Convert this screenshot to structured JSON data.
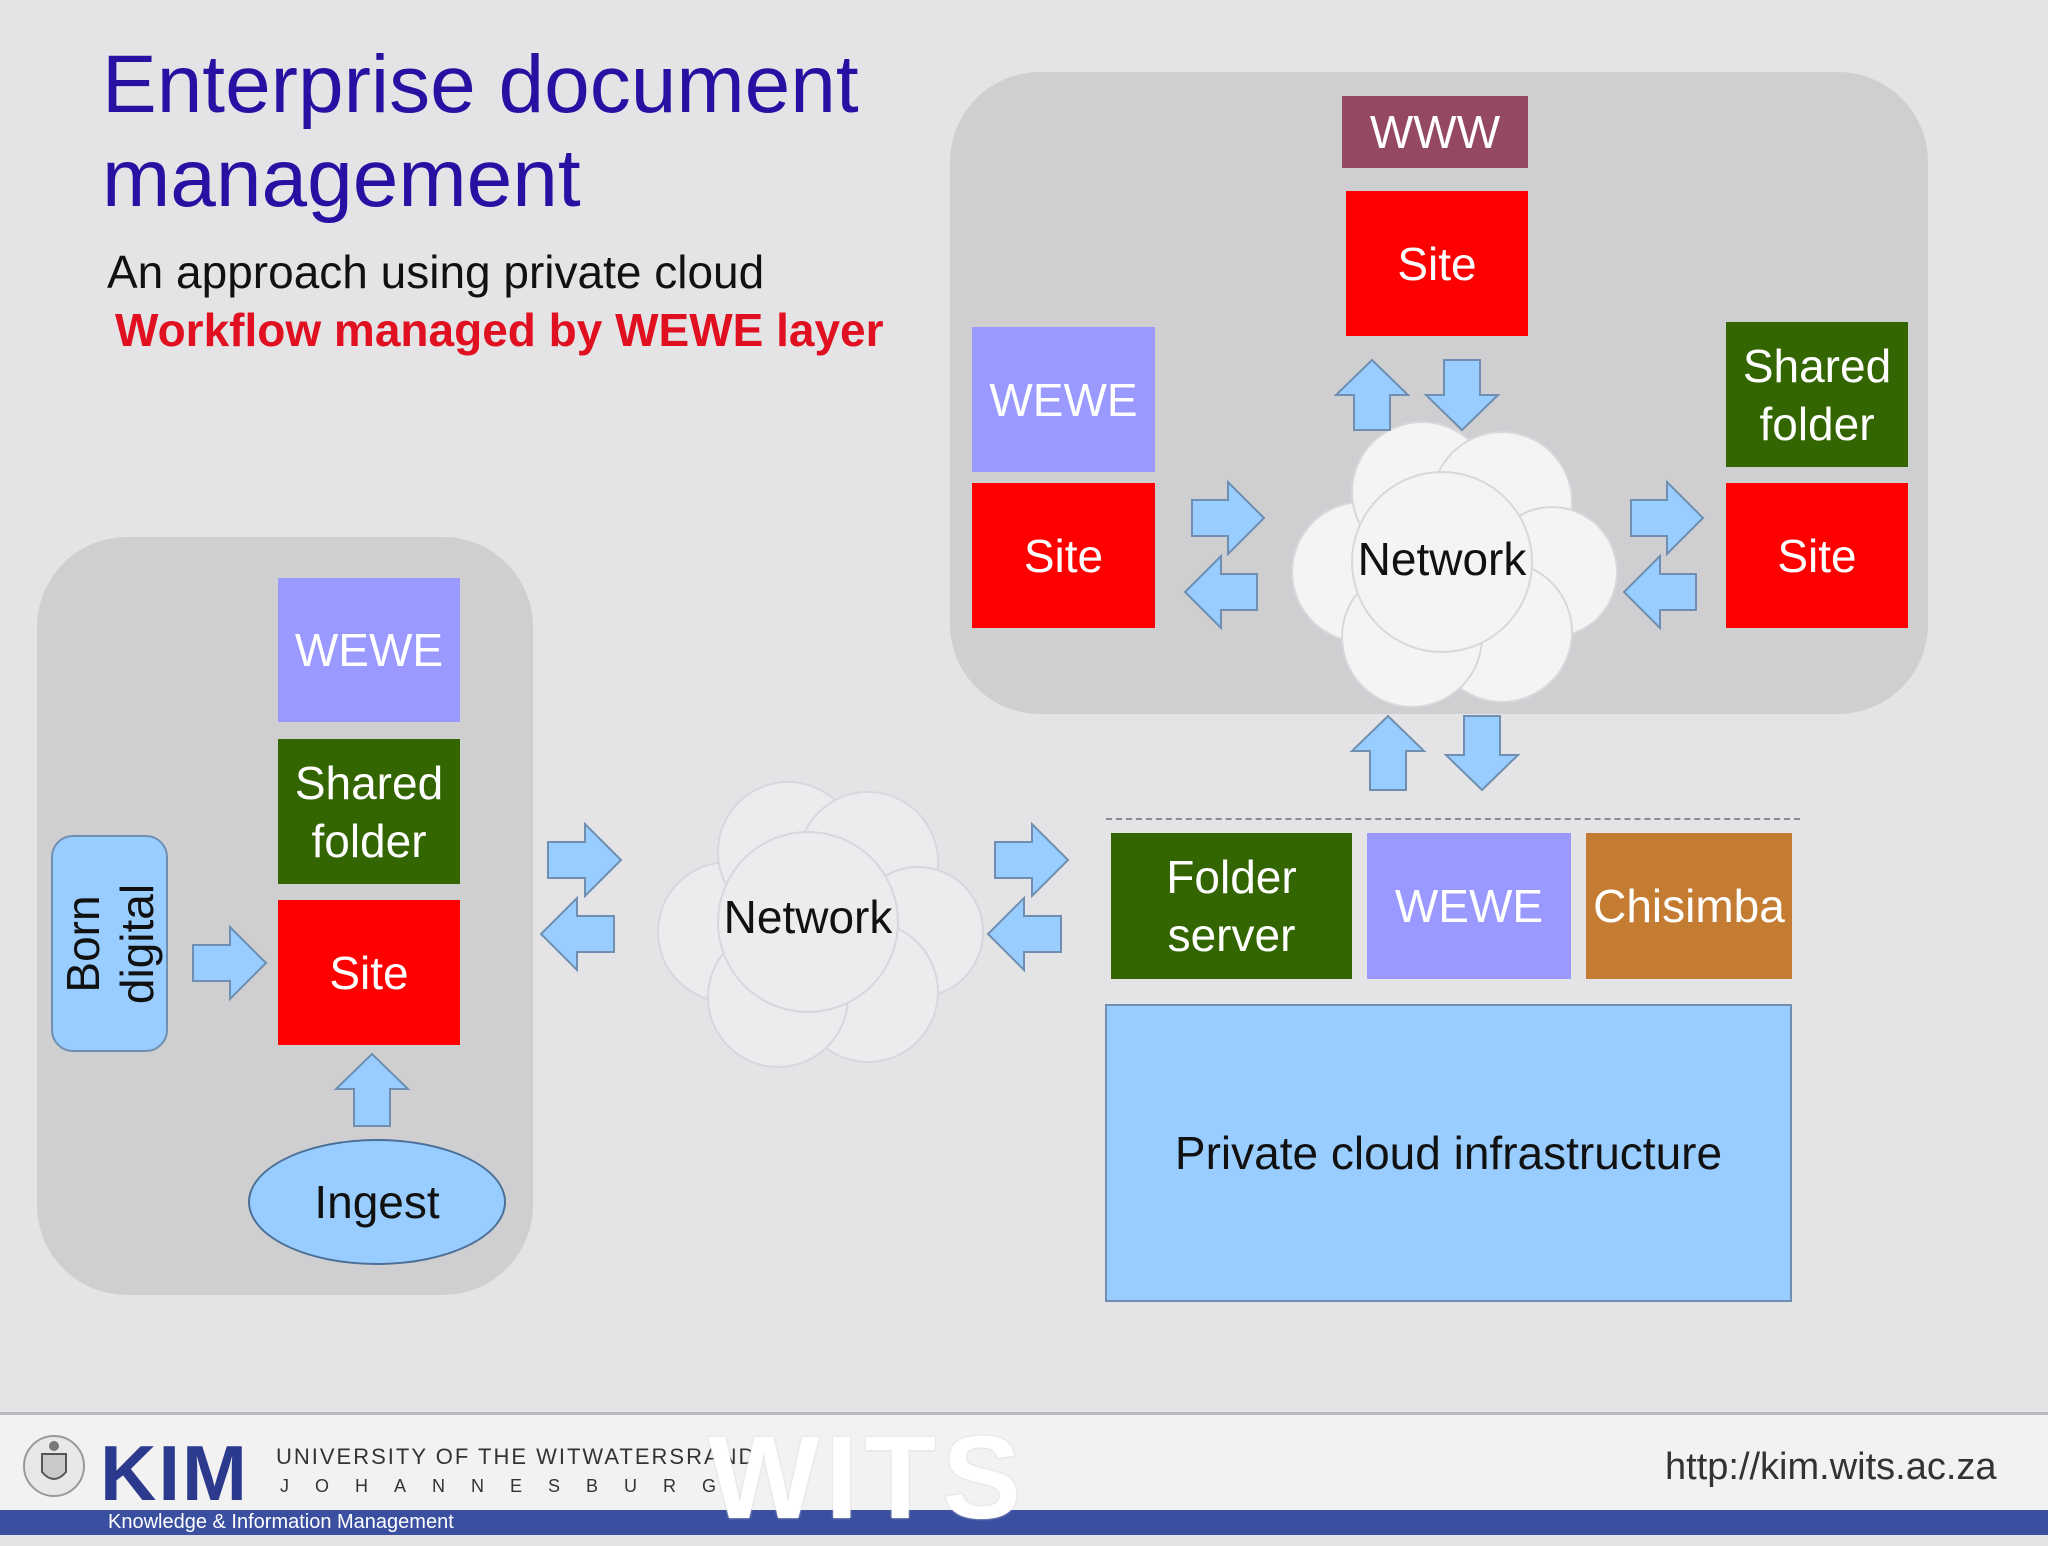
{
  "title": "Enterprise document management",
  "subtitle": "An approach using private cloud",
  "subtitle_emphasis": "Workflow managed by WEWE layer",
  "left_group": {
    "wewe": "WEWE",
    "shared_folder": "Shared folder",
    "site": "Site",
    "born_digital": "Born digital",
    "ingest": "Ingest"
  },
  "middle": {
    "network": "Network"
  },
  "top_group": {
    "www": "WWW",
    "site_top": "Site",
    "wewe": "WEWE",
    "site_left": "Site",
    "network": "Network",
    "shared_folder": "Shared folder",
    "site_right": "Site"
  },
  "private_cloud": {
    "folder_server": "Folder server",
    "wewe": "WEWE",
    "chisimba": "Chisimba",
    "infrastructure": "Private cloud infrastructure"
  },
  "footer": {
    "kim": "KIM",
    "university": "UNIVERSITY OF THE WITWATERSRAND",
    "city": "JOHANNESBURG",
    "kim_full": "Knowledge & Information Management",
    "wits": "WITS",
    "url": "http://kim.wits.ac.za"
  },
  "colors": {
    "title": "#2a0fa3",
    "emphasis": "#e01020",
    "wewe": "#9999ff",
    "site": "#ff0000",
    "green": "#336600",
    "www": "#954863",
    "chisimba": "#c47c32",
    "light_blue": "#99ccff"
  }
}
